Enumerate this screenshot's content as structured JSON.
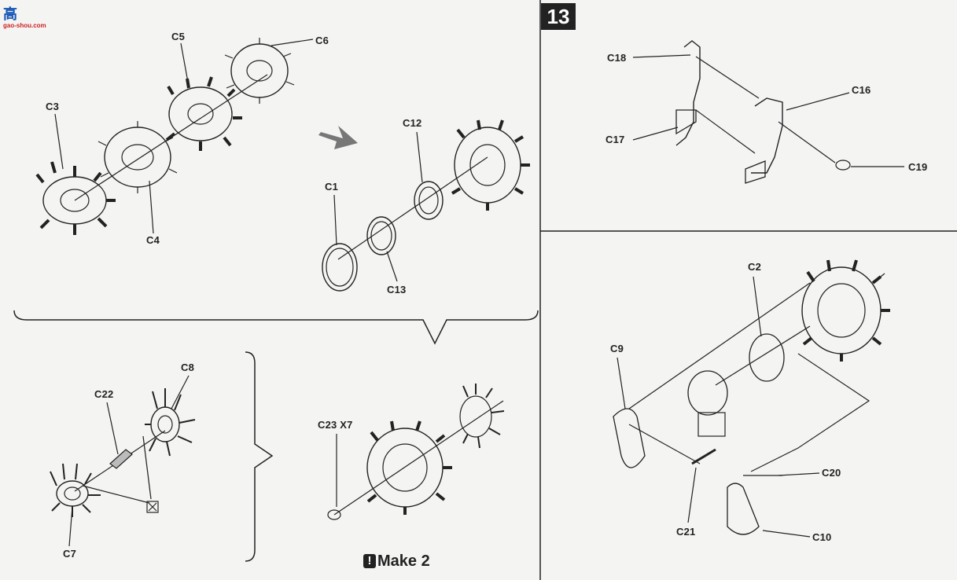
{
  "watermark": {
    "text": "高",
    "url": "gao-shou.com"
  },
  "step_number": "13",
  "note": {
    "icon": "!",
    "text": "Make 2"
  },
  "labels": {
    "c1": "C1",
    "c2": "C2",
    "c3": "C3",
    "c4": "C4",
    "c5": "C5",
    "c6": "C6",
    "c7": "C7",
    "c8": "C8",
    "c9": "C9",
    "c10": "C10",
    "c12": "C12",
    "c13": "C13",
    "c16": "C16",
    "c17": "C17",
    "c18": "C18",
    "c19": "C19",
    "c20": "C20",
    "c21": "C21",
    "c22": "C22",
    "c23": "C23 X7"
  },
  "colors": {
    "ink": "#222222",
    "paper": "#f4f4f2",
    "watermark_blue": "#1455b5",
    "watermark_red": "#cc2222"
  }
}
